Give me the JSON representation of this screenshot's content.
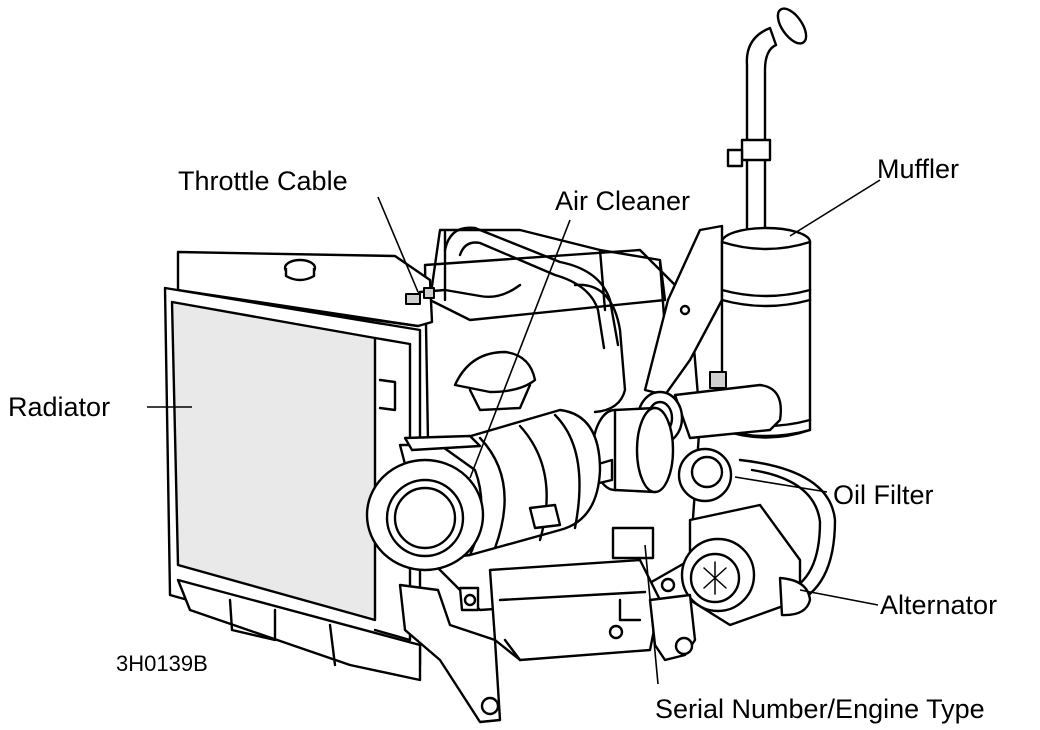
{
  "figure_id": "3H0139B",
  "labels": {
    "throttle_cable": "Throttle Cable",
    "air_cleaner": "Air Cleaner",
    "muffler": "Muffler",
    "radiator": "Radiator",
    "oil_filter": "Oil Filter",
    "alternator": "Alternator",
    "serial_number": "Serial Number/Engine Type"
  }
}
